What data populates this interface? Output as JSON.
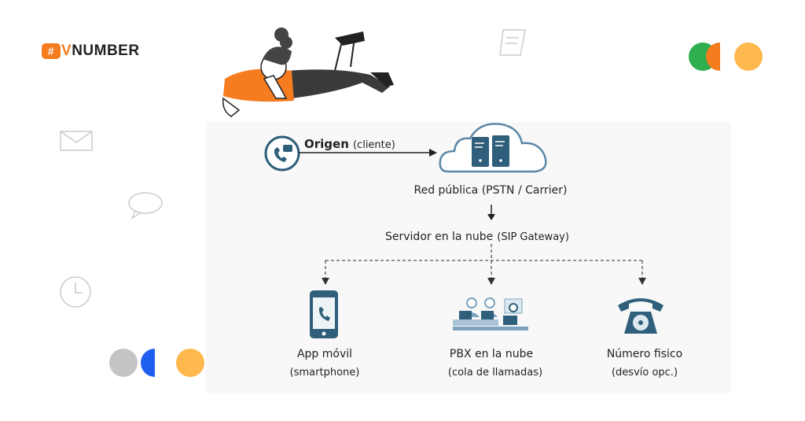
{
  "brand": {
    "hash": "#",
    "v": "V",
    "rest": "NUMBER"
  },
  "diagram": {
    "origin": {
      "label": "Origen",
      "sub": "(cliente)"
    },
    "network": {
      "label": "Red pública (PSTN / Carrier)"
    },
    "server": {
      "label": "Servidor en la nube",
      "sub": "(SIP Gateway)"
    },
    "targets": [
      {
        "label": "App móvil",
        "sub": "(smartphone)"
      },
      {
        "label": "PBX en la nube",
        "sub": "(cola de llamadas)"
      },
      {
        "label": "Número fisico",
        "sub": "(desvío opc.)"
      }
    ]
  },
  "colors": {
    "accent": "#f57c1f",
    "icon": "#2f5f7a",
    "green": "#2eae4f",
    "yellow": "#ffb84d",
    "blue": "#1f5ff0",
    "gray": "#c4c4c4"
  }
}
